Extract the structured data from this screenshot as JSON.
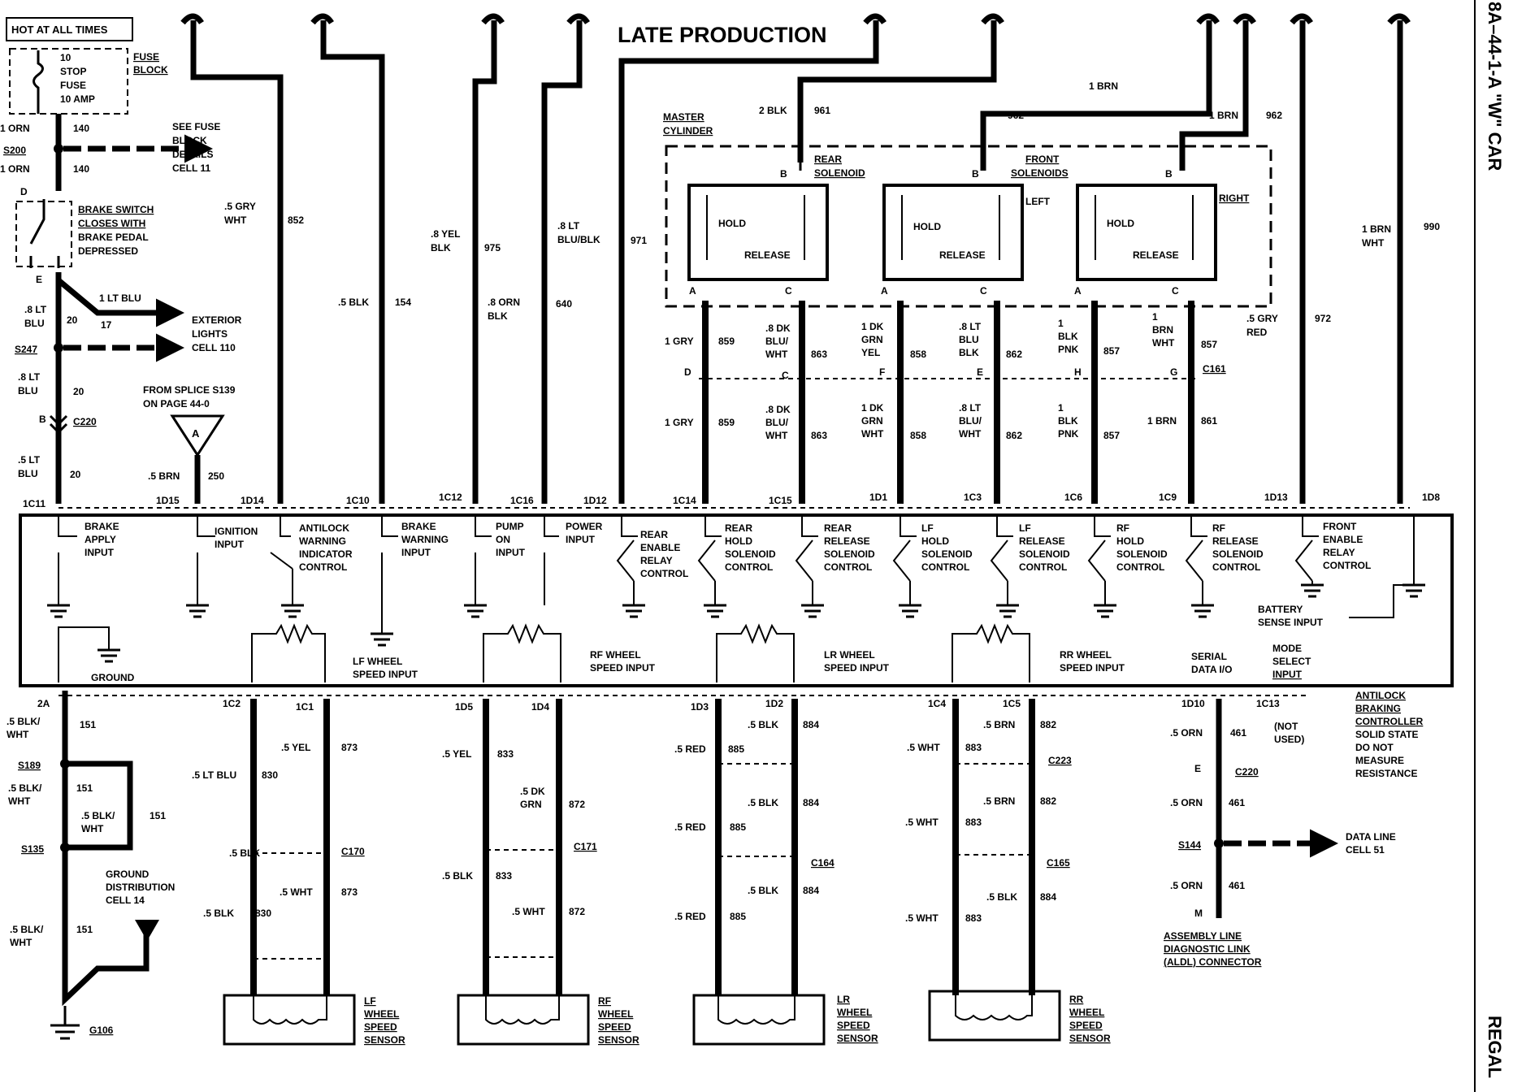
{
  "header": {
    "title": "LATE PRODUCTION",
    "page_id": "8A–44-1-A \"W\" CAR",
    "make": "REGAL"
  },
  "power": {
    "hot_label": "HOT AT ALL TIMES",
    "fuse_lines": [
      "10",
      "STOP",
      "FUSE",
      "10 AMP"
    ],
    "fuse_block_lines": [
      "FUSE",
      "BLOCK"
    ],
    "see_fuse_lines": [
      "SEE FUSE",
      "BLOCK",
      "DETAILS",
      "CELL 11"
    ]
  },
  "brake_switch": {
    "lines": [
      "BRAKE SWITCH",
      "CLOSES WITH",
      "BRAKE PEDAL",
      "DEPRESSED"
    ],
    "pin_top": "D",
    "pin_bottom": "E"
  },
  "left_wires": [
    {
      "id": "w1",
      "gauge": "1 ORN",
      "circuit": "140"
    },
    {
      "id": "w2",
      "gauge": "1 ORN",
      "circuit": "140"
    },
    {
      "id": "w3",
      "gauge": "1 LT BLU",
      "circuit": "17"
    },
    {
      "id": "w4",
      "gauge_lines": [
        ".8 LT",
        "BLU"
      ],
      "circuit": "20"
    },
    {
      "id": "w5",
      "gauge_lines": [
        ".8 LT",
        "BLU"
      ],
      "circuit": "20"
    },
    {
      "id": "w6",
      "gauge_lines": [
        ".5 LT",
        "BLU"
      ],
      "circuit": "20"
    }
  ],
  "splices": {
    "s200": "S200",
    "s247": "S247",
    "s189": "S189",
    "s135": "S135",
    "s144": "S144"
  },
  "exterior_lights_lines": [
    "EXTERIOR",
    "LIGHTS",
    "CELL 110"
  ],
  "from_splice_lines": [
    "FROM SPLICE S139",
    "ON PAGE 44-0"
  ],
  "connector_a_label": "A",
  "c220_top": {
    "pin": "B",
    "name": "C220"
  },
  "top_wires": [
    {
      "id": "t852",
      "gauge_lines": [
        ".5 GRY",
        "WHT"
      ],
      "circuit": "852"
    },
    {
      "id": "t154",
      "gauge_lines": [
        ".5 BLK"
      ],
      "circuit": "154"
    },
    {
      "id": "t975",
      "gauge_lines": [
        ".8 YEL",
        "BLK"
      ],
      "circuit": "975"
    },
    {
      "id": "t640",
      "gauge_lines": [
        ".8 ORN",
        "BLK"
      ],
      "circuit": "640"
    },
    {
      "id": "t971",
      "gauge_lines": [
        ".8 LT",
        "BLU/BLK"
      ],
      "circuit": "971"
    },
    {
      "id": "t250",
      "gauge_lines": [
        ".5 BRN"
      ],
      "circuit": "250"
    },
    {
      "id": "t972",
      "gauge_lines": [
        ".5 GRY",
        "RED"
      ],
      "circuit": "972"
    },
    {
      "id": "t990",
      "gauge_lines": [
        "1 BRN",
        "WHT"
      ],
      "circuit": "990"
    }
  ],
  "master_cylinder": {
    "label_lines": [
      "MASTER",
      "CYLINDER"
    ],
    "rear_solenoid_lines": [
      "REAR",
      "SOLENOID"
    ],
    "front_solenoids_lines": [
      "FRONT",
      "SOLENOIDS"
    ],
    "left": "LEFT",
    "right": "RIGHT",
    "hold": "HOLD",
    "release": "RELEASE",
    "wire_961": {
      "gauge": "2 BLK",
      "circuit": "961"
    },
    "wire_962_a": {
      "gauge": "1 BRN",
      "circuit": "962"
    },
    "wire_962_b": {
      "gauge": "1 BRN",
      "circuit": "962"
    },
    "pin_a": "A",
    "pin_b": "B",
    "pin_c": "C"
  },
  "c161": {
    "name": "C161",
    "pins": [
      "D",
      "C",
      "F",
      "E",
      "H",
      "G"
    ],
    "upper": [
      {
        "gauge_lines": [
          "1 GRY"
        ],
        "circuit": "859"
      },
      {
        "gauge_lines": [
          ".8 DK",
          "BLU/",
          "WHT"
        ],
        "circuit": "863"
      },
      {
        "gauge_lines": [
          "1 DK",
          "GRN",
          "YEL"
        ],
        "circuit": "858"
      },
      {
        "gauge_lines": [
          ".8 LT",
          "BLU",
          "BLK"
        ],
        "circuit": "862"
      },
      {
        "gauge_lines": [
          "1",
          "BLK",
          "PNK"
        ],
        "circuit": "857"
      },
      {
        "gauge_lines": [
          "1",
          "BRN",
          "WHT"
        ],
        "circuit": "857"
      }
    ],
    "lower": [
      {
        "gauge_lines": [
          "1 GRY"
        ],
        "circuit": "859"
      },
      {
        "gauge_lines": [
          ".8 DK",
          "BLU/",
          "WHT"
        ],
        "circuit": "863"
      },
      {
        "gauge_lines": [
          "1 DK",
          "GRN",
          "WHT"
        ],
        "circuit": "858"
      },
      {
        "gauge_lines": [
          ".8 LT",
          "BLU/",
          "WHT"
        ],
        "circuit": "862"
      },
      {
        "gauge_lines": [
          "1",
          "BLK",
          "PNK"
        ],
        "circuit": "857"
      },
      {
        "gauge_lines": [
          "1 BRN"
        ],
        "circuit": "861"
      }
    ]
  },
  "top_pins": [
    "1C11",
    "1D15",
    "1D14",
    "1C10",
    "1C12",
    "1C16",
    "1D12",
    "1C14",
    "1C15",
    "1D1",
    "1C3",
    "1C6",
    "1C9",
    "1D13",
    "1D8"
  ],
  "controller": {
    "inputs": [
      {
        "id": "brake-apply",
        "lines": [
          "BRAKE",
          "APPLY",
          "INPUT"
        ]
      },
      {
        "id": "ignition",
        "lines": [
          "IGNITION",
          "INPUT"
        ]
      },
      {
        "id": "antilock-warning",
        "lines": [
          "ANTILOCK",
          "WARNING",
          "INDICATOR",
          "CONTROL"
        ]
      },
      {
        "id": "brake-warning",
        "lines": [
          "BRAKE",
          "WARNING",
          "INPUT"
        ]
      },
      {
        "id": "pump-on",
        "lines": [
          "PUMP",
          "ON",
          "INPUT"
        ]
      },
      {
        "id": "power",
        "lines": [
          "POWER",
          "INPUT"
        ]
      },
      {
        "id": "rear-enable",
        "lines": [
          "REAR",
          "ENABLE",
          "RELAY",
          "CONTROL"
        ]
      },
      {
        "id": "rear-hold",
        "lines": [
          "REAR",
          "HOLD",
          "SOLENOID",
          "CONTROL"
        ]
      },
      {
        "id": "rear-release",
        "lines": [
          "REAR",
          "RELEASE",
          "SOLENOID",
          "CONTROL"
        ]
      },
      {
        "id": "lf-hold",
        "lines": [
          "LF",
          "HOLD",
          "SOLENOID",
          "CONTROL"
        ]
      },
      {
        "id": "lf-release",
        "lines": [
          "LF",
          "RELEASE",
          "SOLENOID",
          "CONTROL"
        ]
      },
      {
        "id": "rf-hold",
        "lines": [
          "RF",
          "HOLD",
          "SOLENOID",
          "CONTROL"
        ]
      },
      {
        "id": "rf-release",
        "lines": [
          "RF",
          "RELEASE",
          "SOLENOID",
          "CONTROL"
        ]
      },
      {
        "id": "front-enable",
        "lines": [
          "FRONT",
          "ENABLE",
          "RELAY",
          "CONTROL"
        ]
      }
    ],
    "battery_lines": [
      "BATTERY",
      "SENSE INPUT"
    ],
    "ground": "GROUND",
    "lf_speed_lines": [
      "LF WHEEL",
      "SPEED INPUT"
    ],
    "rf_speed_lines": [
      "RF WHEEL",
      "SPEED INPUT"
    ],
    "lr_speed_lines": [
      "LR WHEEL",
      "SPEED INPUT"
    ],
    "rr_speed_lines": [
      "RR WHEEL",
      "SPEED INPUT"
    ],
    "serial_lines": [
      "SERIAL",
      "DATA I/O"
    ],
    "mode_lines": [
      "MODE",
      "SELECT",
      "INPUT"
    ]
  },
  "controller_note_lines": [
    "ANTILOCK",
    "BRAKING",
    "CONTROLLER",
    "SOLID STATE",
    "DO NOT",
    "MEASURE",
    "RESISTANCE"
  ],
  "bottom_pins": [
    "2A",
    "1C2",
    "1C1",
    "1D5",
    "1D4",
    "1D3",
    "1D2",
    "1C4",
    "1C5",
    "1D10",
    "1C13"
  ],
  "not_used_lines": [
    "(NOT",
    "USED)"
  ],
  "ground_section": {
    "w151a_lines": [
      ".5 BLK/",
      "WHT"
    ],
    "c151": "151",
    "w151b_lines": [
      ".5 BLK/",
      "WHT"
    ],
    "w151c_lines": [
      ".5 BLK/",
      "WHT"
    ],
    "w151d_lines": [
      ".5 BLK/",
      "WHT"
    ],
    "ground_dist_lines": [
      "GROUND",
      "DISTRIBUTION",
      "CELL 14"
    ],
    "g106": "G106"
  },
  "sensors": [
    {
      "id": "lf",
      "label_lines": [
        "LF",
        "WHEEL",
        "SPEED",
        "SENSOR"
      ],
      "conn": "C170",
      "a_upper": {
        "gauge": ".5 LT BLU",
        "circuit": "830"
      },
      "b_upper": {
        "gauge": ".5 YEL",
        "circuit": "873"
      },
      "a_lower": {
        "gauge": ".5 BLK",
        "circuit": "830"
      },
      "b_lower": {
        "gauge": ".5 WHT",
        "circuit": "873"
      }
    },
    {
      "id": "rf",
      "label_lines": [
        "RF",
        "WHEEL",
        "SPEED",
        "SENSOR"
      ],
      "conn": "C171",
      "a_upper": {
        "gauge": ".5 YEL",
        "circuit": "833"
      },
      "b_upper": {
        "gauge_lines": [
          ".5 DK",
          "GRN"
        ],
        "circuit": "872"
      },
      "a_lower": {
        "gauge": ".5 BLK",
        "circuit": "833"
      },
      "b_lower": {
        "gauge": ".5 WHT",
        "circuit": "872"
      }
    },
    {
      "id": "lr",
      "label_lines": [
        "LR",
        "WHEEL",
        "SPEED",
        "SENSOR"
      ],
      "conn_top": "C223",
      "conn": "C164",
      "a1": {
        "gauge": ".5 RED",
        "circuit": "885"
      },
      "b1": {
        "gauge": ".5 BLK",
        "circuit": "884"
      },
      "a2": {
        "gauge": ".5 RED",
        "circuit": "885"
      },
      "b2": {
        "gauge": ".5 BLK",
        "circuit": "884"
      },
      "a3": {
        "gauge": ".5 RED",
        "circuit": "885"
      },
      "b3": {
        "gauge": ".5 BLK",
        "circuit": "884"
      }
    },
    {
      "id": "rr",
      "label_lines": [
        "RR",
        "WHEEL",
        "SPEED",
        "SENSOR"
      ],
      "conn": "C165",
      "a1": {
        "gauge": ".5 WHT",
        "circuit": "883"
      },
      "b1": {
        "gauge": ".5 BRN",
        "circuit": "882"
      },
      "a2": {
        "gauge": ".5 WHT",
        "circuit": "883"
      },
      "b2": {
        "gauge": ".5 BRN",
        "circuit": "882"
      },
      "a3": {
        "gauge": ".5 WHT",
        "circuit": "883"
      },
      "b3": {
        "gauge": ".5 BLK",
        "circuit": "884"
      }
    }
  ],
  "data_line": {
    "w1": {
      "gauge": ".5 ORN",
      "circuit": "461"
    },
    "w2": {
      "gauge": ".5 ORN",
      "circuit": "461"
    },
    "w3": {
      "gauge": ".5 ORN",
      "circuit": "461"
    },
    "c220": {
      "pin": "E",
      "name": "C220"
    },
    "data_line_lines": [
      "DATA LINE",
      "CELL 51"
    ],
    "aldl_pin": "M",
    "aldl_lines": [
      "ASSEMBLY LINE",
      "DIAGNOSTIC LINK",
      "(ALDL) CONNECTOR"
    ]
  }
}
